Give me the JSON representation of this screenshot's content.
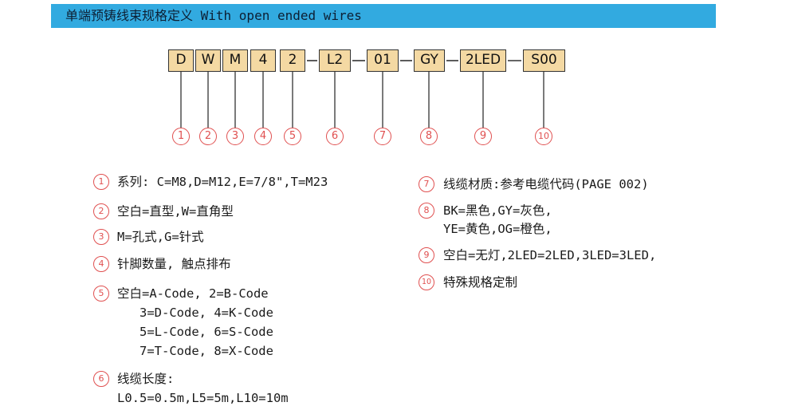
{
  "header": {
    "title": "单端预铸线束规格定义 With open ended wires"
  },
  "code": {
    "boxes": [
      "D",
      "W",
      "M",
      "4",
      "2",
      "L2",
      "01",
      "GY",
      "2LED",
      "S00"
    ],
    "separator": "-",
    "callouts": [
      "1",
      "2",
      "3",
      "4",
      "5",
      "6",
      "7",
      "8",
      "9",
      "10"
    ]
  },
  "legend": {
    "items": [
      {
        "num": "1",
        "lines": [
          "系列: C=M8,D=M12,E=7/8\",T=M23"
        ]
      },
      {
        "num": "2",
        "lines": [
          "空白=直型,W=直角型"
        ]
      },
      {
        "num": "3",
        "lines": [
          "M=孔式,G=针式"
        ]
      },
      {
        "num": "4",
        "lines": [
          "针脚数量, 触点排布"
        ]
      },
      {
        "num": "5",
        "lines": [
          "空白=A-Code, 2=B-Code",
          "3=D-Code, 4=K-Code",
          "5=L-Code, 6=S-Code",
          "7=T-Code, 8=X-Code"
        ]
      },
      {
        "num": "6",
        "lines": [
          "线缆长度:",
          "L0.5=0.5m,L5=5m,L10=10m"
        ]
      },
      {
        "num": "7",
        "lines": [
          "线缆材质:参考电缆代码(PAGE 002)"
        ]
      },
      {
        "num": "8",
        "lines": [
          "BK=黑色,GY=灰色,",
          "YE=黄色,OG=橙色,"
        ]
      },
      {
        "num": "9",
        "lines": [
          "空白=无灯,2LED=2LED,3LED=3LED,"
        ]
      },
      {
        "num": "10",
        "lines": [
          "特殊规格定制"
        ]
      }
    ]
  },
  "colors": {
    "header_bg": "#32aae0",
    "box_fill": "#f4d9a3",
    "callout": "#e05050"
  }
}
